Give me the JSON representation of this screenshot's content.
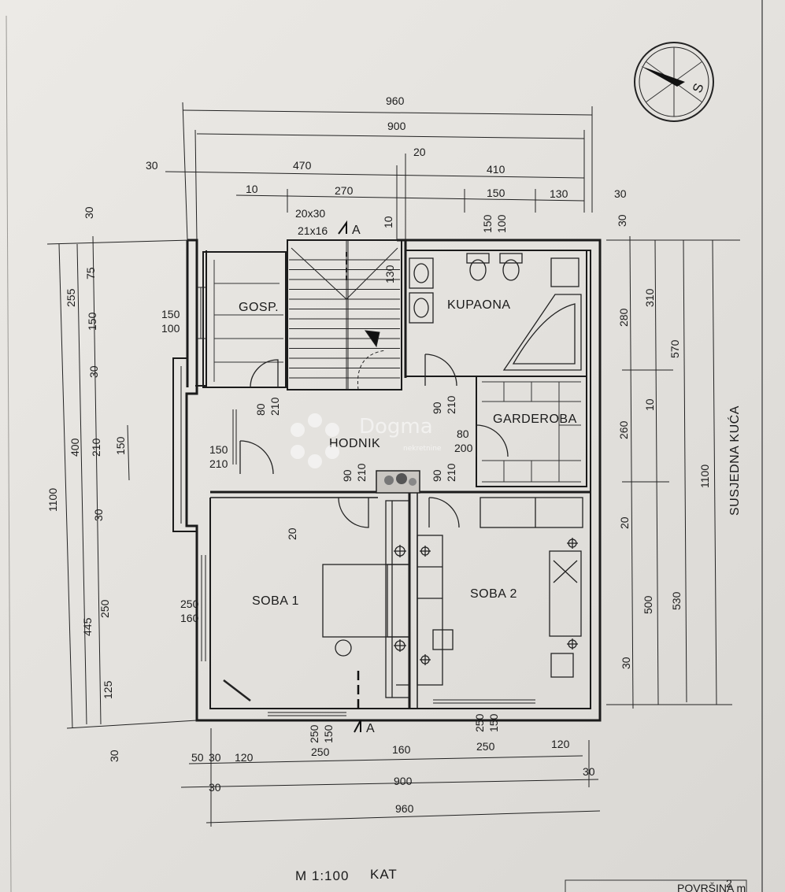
{
  "rooms": {
    "gosp": "GOSP.",
    "kupaona": "KUPAONA",
    "hodnik": "HODNIK",
    "garderoba": "GARDEROBA",
    "soba1": "SOBA 1",
    "soba2": "SOBA 2"
  },
  "neighbor_label": "SUSJEDNA KUĆA",
  "scale_label": "M 1:100",
  "floor_label": "KAT",
  "section_marker": "A",
  "compass_letter": "S",
  "watermark": {
    "brand": "Dogma",
    "sub": "nekretnine"
  },
  "stair_labels": [
    "20x30",
    "21x16"
  ],
  "door_labels": {
    "gosp": [
      "80",
      "210"
    ],
    "entry": [
      "150",
      "210"
    ],
    "kupaona": [
      "90",
      "210"
    ],
    "garderoba": [
      "80",
      "200"
    ],
    "soba1": [
      "90",
      "210"
    ],
    "soba2": [
      "90",
      "210"
    ],
    "top_left_window": [
      "150",
      "100"
    ],
    "kupaona_window": [
      "150",
      "100"
    ],
    "soba1_window": [
      "250",
      "160"
    ],
    "soba1_bottom_window": [
      "250",
      "150"
    ],
    "soba2_bottom_window": [
      "250",
      "150"
    ]
  },
  "top_dimensions": {
    "row1": [
      "960"
    ],
    "row2": [
      "900"
    ],
    "row3": [
      "30",
      "470",
      "20",
      "410"
    ],
    "row4": [
      "10",
      "270",
      "150",
      "130",
      "30"
    ]
  },
  "bottom_dimensions": {
    "row1": [
      "50",
      "30",
      "120",
      "250",
      "160",
      "250",
      "120"
    ],
    "row2_side": [
      "30",
      "30"
    ],
    "row2": [
      "900"
    ],
    "row3": [
      "960"
    ]
  },
  "left_dimensions": {
    "outer": [
      "1100"
    ],
    "middle": [
      "255",
      "400",
      "445"
    ],
    "inner": [
      "30",
      "75",
      "150",
      "30",
      "210",
      "30",
      "250",
      "125",
      "30"
    ],
    "inner2": [
      "150",
      "20"
    ]
  },
  "right_dimensions": {
    "inner": [
      "30",
      "280",
      "10",
      "260",
      "20",
      "500",
      "30"
    ],
    "middle": [
      "310",
      "570",
      "530"
    ],
    "outer": [
      "1100"
    ],
    "misc": [
      "10",
      "130"
    ]
  },
  "title_block": {
    "text": "POVRŠINA m",
    "sup": "2"
  }
}
